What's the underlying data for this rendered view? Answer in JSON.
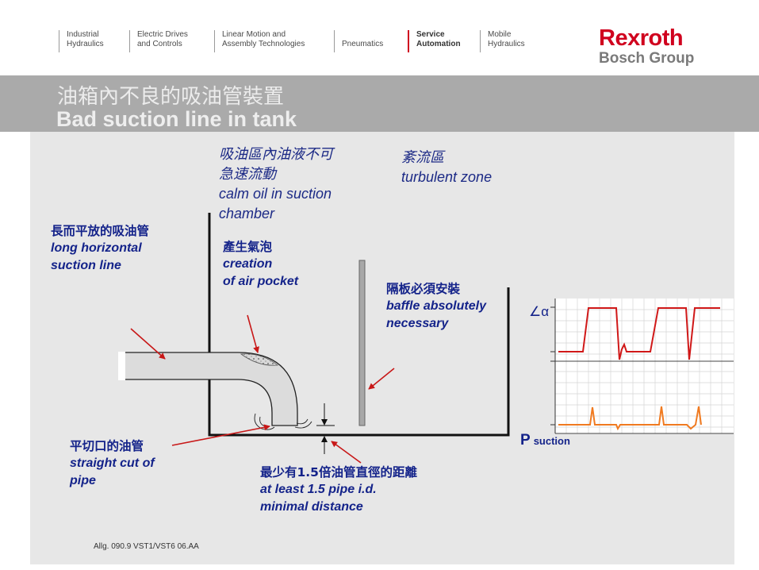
{
  "nav": {
    "items": [
      {
        "line1": "Industrial",
        "line2": "Hydraulics",
        "active": false
      },
      {
        "line1": "Electric Drives",
        "line2": "and Controls",
        "active": false
      },
      {
        "line1": "Linear Motion and",
        "line2": "Assembly Technologies",
        "active": false
      },
      {
        "line1": "",
        "line2": "Pneumatics",
        "active": false
      },
      {
        "line1": "Service",
        "line2": "Automation",
        "active": true
      },
      {
        "line1": "Mobile",
        "line2": "Hydraulics",
        "active": false
      }
    ]
  },
  "brand": {
    "name": "Rexroth",
    "sub": "Bosch Group",
    "color": "#d0001e"
  },
  "title": {
    "zh": "油箱內不良的吸油管裝置",
    "en": "Bad suction line in tank"
  },
  "labels": {
    "calm": {
      "zh1": "吸油區內油液不可",
      "zh2": "急速流動",
      "en1": "calm oil in suction",
      "en2": "chamber"
    },
    "turbulent": {
      "zh": "紊流區",
      "en": "turbulent zone"
    },
    "long_line": {
      "zh": "長而平放的吸油管",
      "en1": "long horizontal",
      "en2": "suction line"
    },
    "air_pocket": {
      "zh": "產生氣泡",
      "en1": "creation",
      "en2": "of air pocket"
    },
    "baffle": {
      "zh": "隔板必須安裝",
      "en1": "baffle absolutely",
      "en2": "necessary"
    },
    "straight_cut": {
      "zh": "平切口的油管",
      "en1": "straight cut of",
      "en2": "pipe"
    },
    "distance": {
      "zh": "最少有1.5倍油管直徑的距離",
      "en1": "at least 1.5 pipe i.d.",
      "en2": "minimal distance"
    }
  },
  "plot": {
    "alpha_label": "∠α",
    "p_label": "P",
    "p_sub": "suction",
    "alpha_color": "#d01818",
    "p_color": "#f07a20"
  },
  "colors": {
    "accent": "#1a2a8c",
    "arrow": "#c81818",
    "panel": "#e7e7e7",
    "band": "#aaaaaa"
  },
  "footer": "Allg. 090.9 VST1/VST6 06.AA"
}
